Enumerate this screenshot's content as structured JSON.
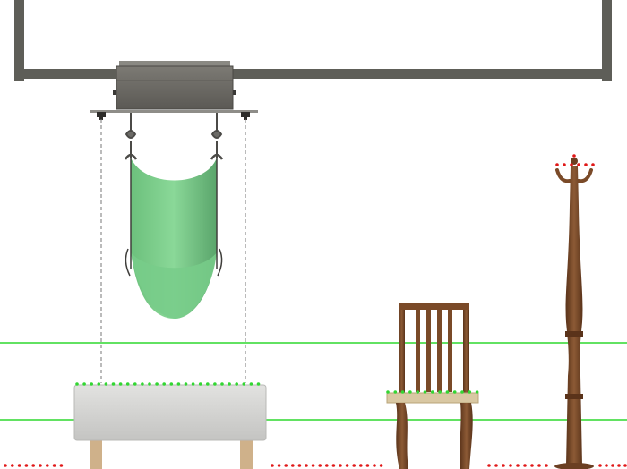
{
  "scene": {
    "objects": [
      {
        "id": "ceiling-track-frame"
      },
      {
        "id": "hoist-motor-unit"
      },
      {
        "id": "patient-sling"
      },
      {
        "id": "padded-bench"
      },
      {
        "id": "wooden-chair"
      },
      {
        "id": "coat-stand"
      }
    ]
  },
  "colors": {
    "background": "#ffffff",
    "frame": "#5e5e58",
    "hoist_body": "#6a6862",
    "hoist_top": "#8a8983",
    "sling": "#7fcf8e",
    "sling_shadow": "#5aa56b",
    "bench_cushion": "#d6d6d4",
    "bench_legs": "#cfb18a",
    "wood_dark": "#6b3f22",
    "wood_mid": "#8a5631",
    "chair_seat": "#d9c8a3",
    "guide_line": "#2fd92f",
    "marker_green": "#33d633",
    "marker_red": "#e01818",
    "dashed_guide": "#777777"
  }
}
